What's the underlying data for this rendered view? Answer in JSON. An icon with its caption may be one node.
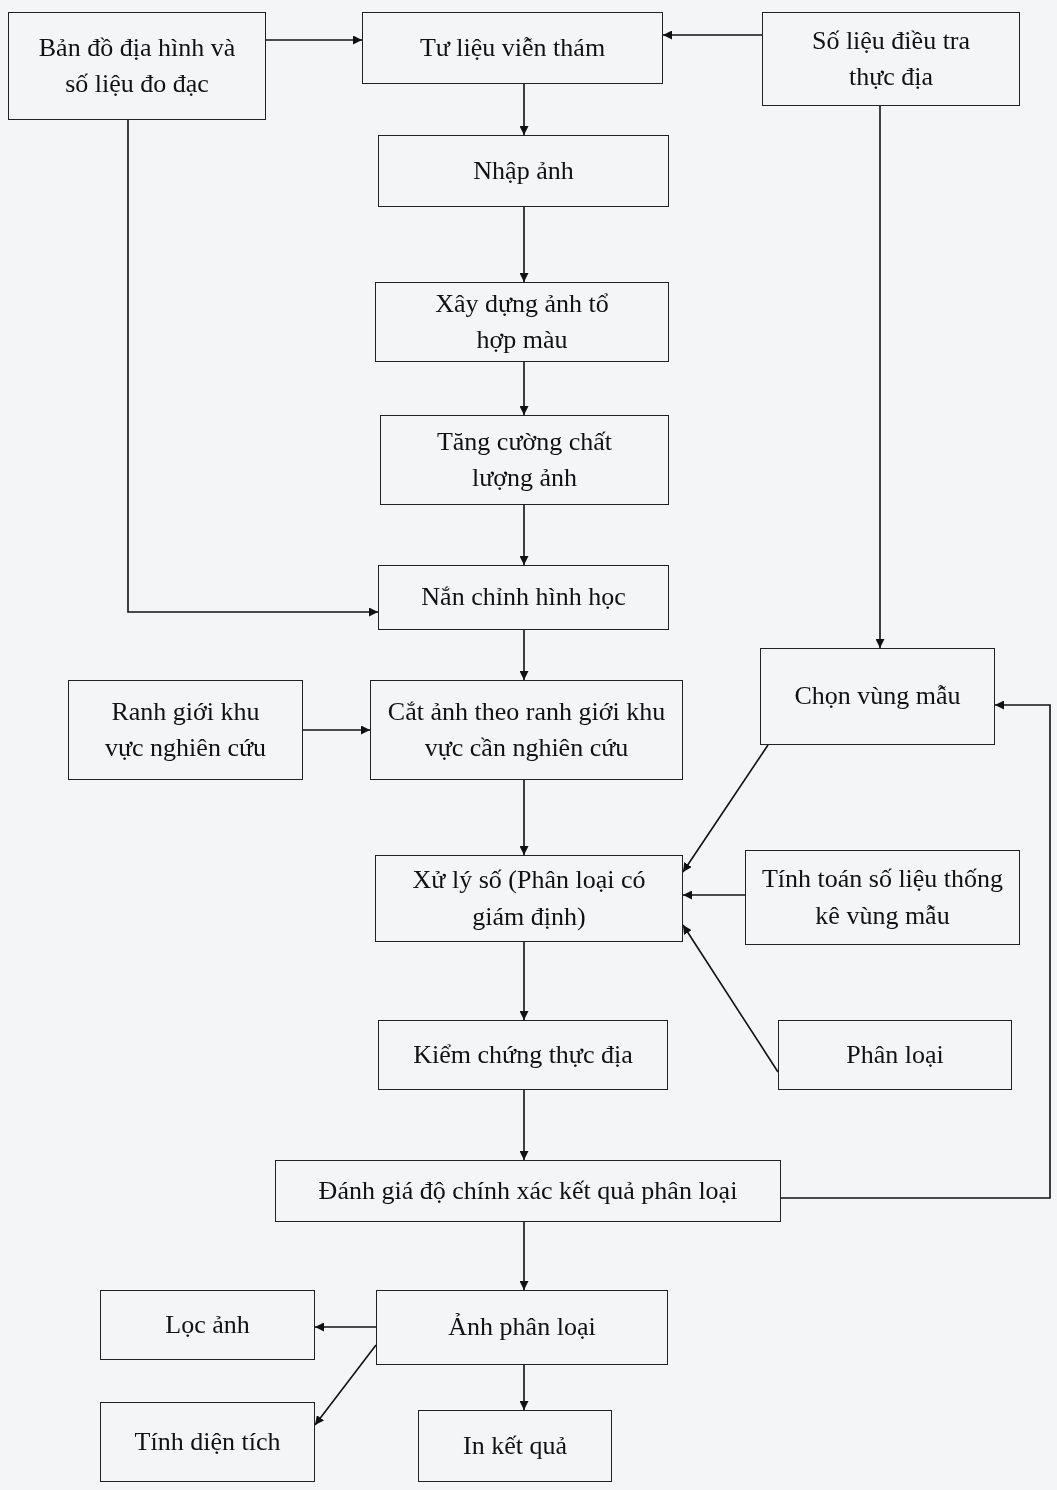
{
  "diagram": {
    "nodes": [
      {
        "text": [
          "Bản đồ địa hình và số liệu đo đạc"
        ]
      },
      {
        "text": [
          "Tư liệu viễn thám"
        ]
      },
      {
        "text": [
          "Số liệu điều tra thực địa"
        ]
      },
      {
        "text": [
          "Nhập ảnh"
        ]
      },
      {
        "text": [
          "Xây dựng ảnh tổ hợp màu"
        ]
      },
      {
        "text": [
          "Tăng cường chất lượng ảnh"
        ]
      },
      {
        "text": [
          "Nắn chỉnh hình học"
        ]
      },
      {
        "text": [
          "Ranh giới khu vực nghiên cứu"
        ]
      },
      {
        "text": [
          "Cắt ảnh theo ranh giới khu vực cần nghiên cứu"
        ]
      },
      {
        "text": [
          "Chọn vùng mẫu"
        ]
      },
      {
        "text": [
          "Xử lý số (Phân loại có giám định)"
        ]
      },
      {
        "text": [
          "Tính toán số liệu thống kê vùng mẫu"
        ]
      },
      {
        "text": [
          "Kiểm chứng thực địa"
        ]
      },
      {
        "text": [
          "Phân loại"
        ]
      },
      {
        "text": [
          "Đánh giá độ chính xác kết quả phân loại"
        ]
      },
      {
        "text": [
          "Lọc ảnh"
        ]
      },
      {
        "text": [
          "Ảnh phân loại"
        ]
      },
      {
        "text": [
          "Tính diện tích"
        ]
      },
      {
        "text": [
          "In kết quả"
        ]
      }
    ],
    "edges": [
      {
        "from": 0,
        "to": 1,
        "arrow": "to"
      },
      {
        "from": 2,
        "to": 1,
        "arrow": "to"
      },
      {
        "from": 1,
        "to": 3,
        "arrow": "to"
      },
      {
        "from": 3,
        "to": 4,
        "arrow": "to"
      },
      {
        "from": 4,
        "to": 5,
        "arrow": "to"
      },
      {
        "from": 5,
        "to": 6,
        "arrow": "to"
      },
      {
        "from": 0,
        "to": 6,
        "arrow": "to"
      },
      {
        "from": 6,
        "to": 8,
        "arrow": "to"
      },
      {
        "from": 7,
        "to": 8,
        "arrow": "to"
      },
      {
        "from": 2,
        "to": 9,
        "arrow": "to"
      },
      {
        "from": 8,
        "to": 10,
        "arrow": "to"
      },
      {
        "from": 9,
        "to": 10,
        "arrow": "to"
      },
      {
        "from": 11,
        "to": 10,
        "arrow": "to"
      },
      {
        "from": 13,
        "to": 10,
        "arrow": "to"
      },
      {
        "from": 10,
        "to": 12,
        "arrow": "to"
      },
      {
        "from": 12,
        "to": 14,
        "arrow": "to"
      },
      {
        "from": 14,
        "to": 9,
        "arrow": "to"
      },
      {
        "from": 14,
        "to": 16,
        "arrow": "to"
      },
      {
        "from": 16,
        "to": 15,
        "arrow": "to"
      },
      {
        "from": 16,
        "to": 17,
        "arrow": "to"
      },
      {
        "from": 16,
        "to": 18,
        "arrow": "to"
      }
    ]
  }
}
